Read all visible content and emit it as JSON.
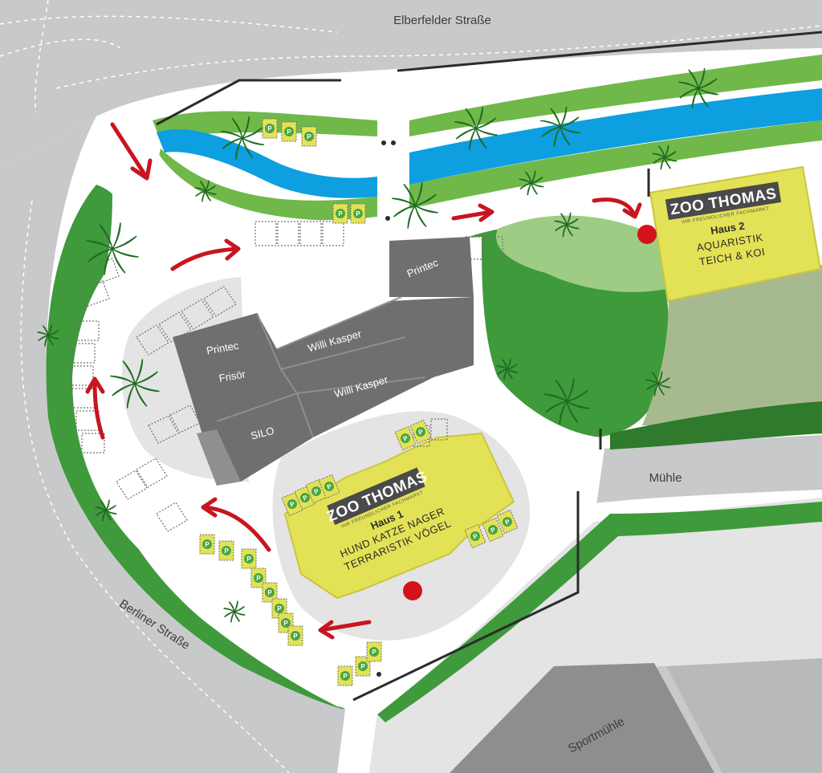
{
  "map": {
    "streets": {
      "top": "Elberfelder Straße",
      "left": "Berliner Straße",
      "middle": "Mühle",
      "bottom": "Sportmühle"
    },
    "buildings": {
      "printec_top": "Printec",
      "printec": "Printec",
      "frisor": "Frisör",
      "willi_kasper_1": "Willi Kasper",
      "willi_kasper_2": "Willi Kasper",
      "silo": "SILO"
    },
    "haus1": {
      "brand": "ZOO THOMAS",
      "tagline": "IHR FREUNDLICHER FACHMARKT",
      "title": "Haus 1",
      "line1": "HUND KATZE NAGER",
      "line2": "TERRARISTIK VÖGEL"
    },
    "haus2": {
      "brand": "ZOO THOMAS",
      "tagline": "IHR FREUNDLICHER FACHMARKT",
      "title": "Haus 2",
      "line1": "AQUARISTIK",
      "line2": "TEICH & KOI"
    },
    "parking_symbol": "P",
    "colors": {
      "road": "#c8c9cb",
      "ground": "#e4e4e5",
      "paved": "#ffffff",
      "grass": "#3e9a3b",
      "light_grass": "#70b84a",
      "water": "#0d9fe0",
      "building": "#6f6f70",
      "store": "#e3e256",
      "arrow": "#c8151f"
    }
  }
}
